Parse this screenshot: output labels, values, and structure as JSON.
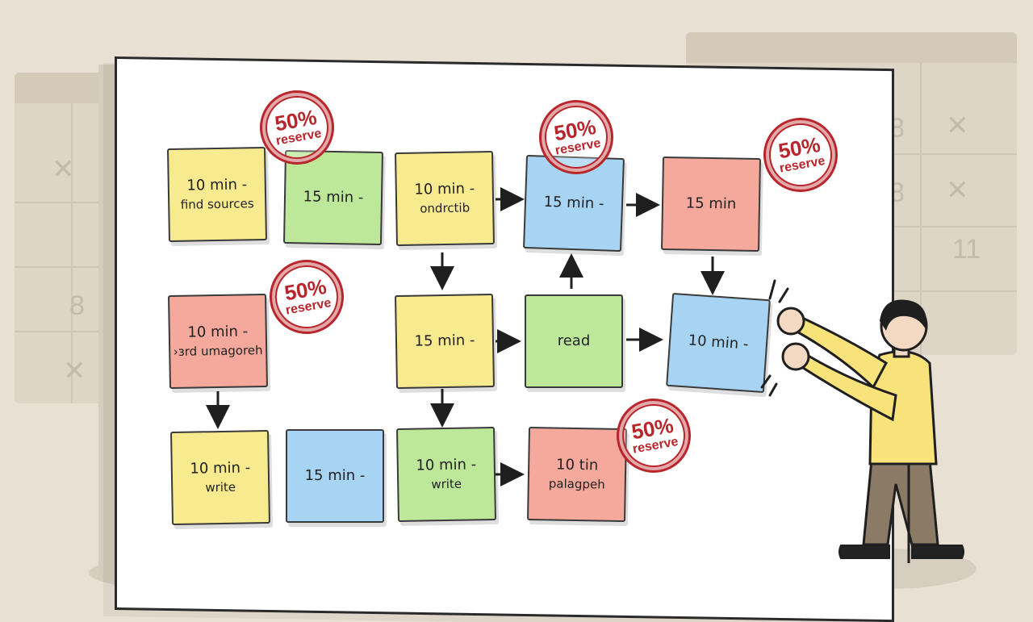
{
  "notes": {
    "n1": {
      "line1": "10 min -",
      "line2": "find sources",
      "color": "#f7ea8f"
    },
    "n2": {
      "line1": "15 min -",
      "line2": "",
      "color": "#bde89a"
    },
    "n3": {
      "line1": "10 min -",
      "line2": "ondrctib",
      "color": "#f7ea8f"
    },
    "n4": {
      "line1": "15 min -",
      "line2": "",
      "color": "#a7d4f2"
    },
    "n5": {
      "line1": "15 min",
      "line2": "",
      "color": "#f5a89c"
    },
    "n6": {
      "line1": "10 min -",
      "line2": "›ɜrd umagoreh",
      "color": "#f5a89c"
    },
    "n7": {
      "line1": "15 min -",
      "line2": "",
      "color": "#f7ea8f"
    },
    "n8": {
      "line1": "read",
      "line2": "",
      "color": "#bde89a"
    },
    "n9": {
      "line1": "10 min -",
      "line2": "",
      "color": "#a7d4f2"
    },
    "n10": {
      "line1": "10 min -",
      "line2": "write",
      "color": "#f7ea8f"
    },
    "n11": {
      "line1": "15 min -",
      "line2": "",
      "color": "#a7d4f2"
    },
    "n12": {
      "line1": "10 min -",
      "line2": "write",
      "color": "#bde89a"
    },
    "n13": {
      "line1": "10 tin",
      "line2": "palagpeh",
      "color": "#f5a89c"
    }
  },
  "stamps": {
    "percent": "50%",
    "label": "reserve",
    "color": "#b8262b"
  },
  "background_calendar": {
    "left_digits": [
      "8"
    ],
    "right_digits": [
      "8",
      "8",
      "11"
    ]
  }
}
